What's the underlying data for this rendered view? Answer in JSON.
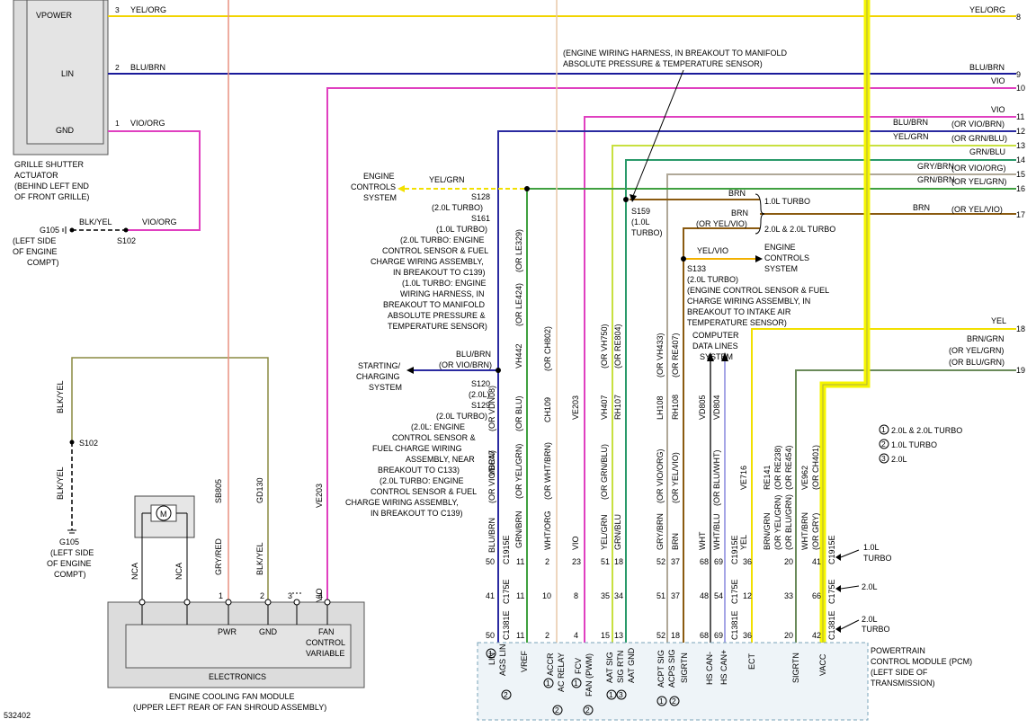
{
  "wires": [
    {
      "id": "8",
      "color_code": "YEL/ORG",
      "hex": "#f2d400"
    },
    {
      "id": "9",
      "color_code": "BLU/BRN",
      "hex": "#1a1a9a"
    },
    {
      "id": "10",
      "color_code": "VIO",
      "hex": "#e040c0"
    },
    {
      "id": "11",
      "color_code": "VIO",
      "hex": "#e040c0"
    },
    {
      "id": "12",
      "color_code": "BLU/BRN",
      "alt": "(OR VIO/BRN)",
      "hex": "#2a2aa0"
    },
    {
      "id": "13",
      "color_code": "YEL/GRN",
      "alt": "(OR GRN/BLU)",
      "hex": "#c8e040"
    },
    {
      "id": "14",
      "color_code": "GRN/BLU",
      "hex": "#2a9a6a"
    },
    {
      "id": "15",
      "color_code": "GRY/BRN",
      "alt": "(OR VIO/ORG)",
      "hex": "#b0a898"
    },
    {
      "id": "16",
      "color_code": "GRN/BRN",
      "alt": "(OR YEL/GRN)",
      "hex": "#40a040"
    },
    {
      "id": "17",
      "color_code": "BRN",
      "alt": "(OR YEL/VIO)",
      "hex": "#8a5a10"
    },
    {
      "id": "18",
      "color_code": "YEL",
      "hex": "#f2e000"
    },
    {
      "id": "19",
      "color_code": "BRN/GRN",
      "alt": "(OR YEL/GRN)",
      "alt2": "(OR BLU/GRN)",
      "hex": "#6a8a5a"
    }
  ],
  "grille_actuator": {
    "pins": [
      {
        "num": "3",
        "name": "VPOWER",
        "wire": "YEL/ORG"
      },
      {
        "num": "2",
        "name": "LIN",
        "wire": "BLU/BRN"
      },
      {
        "num": "1",
        "name": "GND",
        "wire": "VIO/ORG"
      }
    ],
    "label": [
      "GRILLE SHUTTER",
      "ACTUATOR",
      "(BEHIND LEFT END",
      "OF FRONT GRILLE)"
    ]
  },
  "ground_top": {
    "ground_id": "G105",
    "wire": "BLK/YEL",
    "splice": "S102",
    "splice_wire": "VIO/ORG",
    "desc": [
      "(LEFT SIDE",
      "OF ENGINE",
      "COMPT)"
    ]
  },
  "ground_bottom": {
    "wire_upper": "BLK/YEL",
    "splice": "S102",
    "wire_lower": "BLK/YEL",
    "ground_id": "G105",
    "desc": [
      "(LEFT SIDE",
      "OF ENGINE",
      "COMPT)"
    ]
  },
  "fan_module": {
    "motor_symbol": "M",
    "nca": [
      "NCA",
      "NCA"
    ],
    "pins": [
      {
        "num": "1",
        "wire": "GRY/RED",
        "circuit": "SB805"
      },
      {
        "num": "2",
        "wire": "BLK/YEL",
        "circuit": "GD130"
      },
      {
        "num": "3",
        "wire": ""
      },
      {
        "num": "4",
        "wire": "VIO",
        "circuit": "VE203"
      }
    ],
    "inner_labels": [
      "PWR",
      "GND",
      "FAN",
      "CONTROL",
      "VARIABLE"
    ],
    "electronics": "ELECTRONICS",
    "title": "ENGINE COOLING FAN MODULE",
    "subtitle": "(UPPER LEFT REAR OF FAN SHROUD ASSEMBLY)"
  },
  "left_notes": {
    "engine_controls": [
      "ENGINE",
      "CONTROLS",
      "SYSTEM"
    ],
    "yel_grn": "YEL/GRN",
    "splice_block_1": [
      "S128",
      "(2.0L TURBO)",
      "S161",
      "(1.0L TURBO)",
      "(2.0L TURBO: ENGINE",
      "CONTROL SENSOR & FUEL",
      "CHARGE WIRING ASSEMBLY,",
      "IN BREAKOUT TO C139)",
      "(1.0L TURBO: ENGINE",
      "WIRING HARNESS, IN",
      "BREAKOUT TO MANIFOLD",
      "ABSOLUTE PRESSURE &",
      "TEMPERATURE SENSOR)"
    ],
    "starting_charging": [
      "STARTING/",
      "CHARGING",
      "SYSTEM"
    ],
    "blu_brn": "BLU/BRN",
    "or_vio_brn": "(OR VIO/BRN)",
    "splice_block_2": [
      "S120",
      "(2.0L)",
      "S129",
      "(2.0L TURBO)",
      "(2.0L: ENGINE",
      "CONTROL SENSOR &",
      "FUEL CHARGE WIRING",
      "ASSEMBLY, NEAR",
      "BREAKOUT TO C133)",
      "(2.0L TURBO: ENGINE",
      "CONTROL SENSOR & FUEL",
      "CHARGE WIRING ASSEMBLY,",
      "IN BREAKOUT TO C139)"
    ]
  },
  "top_note": [
    "(ENGINE WIRING HARNESS, IN BREAKOUT TO MANIFOLD",
    "ABSOLUTE PRESSURE & TEMPERATURE SENSOR)"
  ],
  "s159": [
    "S159",
    "(1.0L",
    "TURBO)"
  ],
  "brn_labels": {
    "b1": "BRN",
    "b2": "BRN",
    "b3": "(OR YEL/VIO)",
    "t1": "1.0L TURBO",
    "t2": "2.0L & 2.0L TURBO",
    "b4": "(OR YEL/VIO)"
  },
  "s133": {
    "wire": "YEL/VIO",
    "dest": [
      "ENGINE",
      "CONTROLS",
      "SYSTEM"
    ],
    "note": [
      "S133",
      "(2.0L TURBO)",
      "(ENGINE CONTROL SENSOR & FUEL",
      "CHARGE WIRING ASSEMBLY, IN",
      "BREAKOUT TO INTAKE AIR",
      "TEMPERATURE SENSOR)"
    ]
  },
  "computer_data": [
    "COMPUTER",
    "DATA LINES",
    "SYSTEM"
  ],
  "vertical_circuits": [
    {
      "circuit": "VDC47",
      "alt": "(OR VDN08)"
    },
    {
      "circuit": "VH442",
      "alt": "(OR LE424)",
      "alt2": "(OR LE329)"
    },
    {
      "circuit": "CH109",
      "alt": "(OR CH802)"
    },
    {
      "circuit": "VE203"
    },
    {
      "circuit": "VH407",
      "alt": "(OR VH750)"
    },
    {
      "circuit": "RH107",
      "alt": "(OR RE804)"
    },
    {
      "circuit": "LH108",
      "alt": "(OR VH433)"
    },
    {
      "circuit": "RH108",
      "alt": "(OR RE407)"
    },
    {
      "circuit": "VD805"
    },
    {
      "circuit": "VD804"
    },
    {
      "circuit": "VE716"
    },
    {
      "circuit": "RE141",
      "alt": "(OR RE238)",
      "alt2": "(OR RE454)"
    },
    {
      "circuit": "VE962",
      "alt": "(OR CH401)"
    }
  ],
  "pcm_columns": [
    {
      "wire": "BLU/BRN",
      "alt": "(OR VIO/BRN)",
      "pins": [
        "50",
        "41",
        "50"
      ],
      "conns": [
        "C1915E",
        "C175E",
        "C1381E"
      ],
      "func": "LIN",
      "func2": "AGS LIN",
      "mark": "1",
      "mark2": "2"
    },
    {
      "wire": "GRN/BRN",
      "alt": "(OR YEL/GRN)",
      "alt2": "(OR BLU)",
      "pins": [
        "11",
        "11",
        "11"
      ],
      "func": "VREF"
    },
    {
      "wire": "WHT/ORG",
      "alt": "(OR WHT/BRN)",
      "pins": [
        "2",
        "10",
        "2"
      ],
      "func": "ACCR",
      "func2": "AC RELAY",
      "mark": "1",
      "mark2": "2"
    },
    {
      "wire": "VIO",
      "pins": [
        "23",
        "8",
        "4"
      ],
      "func": "FCV",
      "func2": "FAN (PWM)",
      "mark": "1",
      "mark2": "2"
    },
    {
      "wire": "YEL/GRN",
      "alt": "(OR GRN/BLU)",
      "pins": [
        "51",
        "35",
        "15"
      ],
      "func": "AAT SIG",
      "func2": "SIG RTN",
      "mark": "1",
      "mark2": "3"
    },
    {
      "wire": "GRN/BLU",
      "pins": [
        "18",
        "34",
        "13"
      ],
      "func": "AAT GND"
    },
    {
      "wire": "GRY/BRN",
      "alt": "(OR VIO/ORG)",
      "pins": [
        "52",
        "51",
        "52"
      ],
      "func": "ACPT SIG",
      "func2": "ACPS SIG",
      "mark": "1",
      "mark2": "2"
    },
    {
      "wire": "BRN",
      "alt": "(OR YEL/VIO)",
      "pins": [
        "37",
        "37",
        "18"
      ],
      "func": "SIGRTN"
    },
    {
      "wire": "WHT",
      "pins": [
        "68",
        "48",
        "68"
      ],
      "func": "HS CAN-"
    },
    {
      "wire": "WHT/BLU",
      "alt": "(OR BLU/WHT)",
      "pins": [
        "69",
        "54",
        "69"
      ],
      "func": "HS CAN+",
      "conns": [
        "C1915E",
        "C175E",
        "C1381E"
      ]
    },
    {
      "wire": "YEL",
      "pins": [
        "36",
        "12",
        "36"
      ],
      "func": "ECT"
    },
    {
      "wire": "BRN/GRN",
      "alt": "(OR YEL/GRN)",
      "alt2": "(OR BLU/GRN)",
      "pins": [
        "20",
        "33",
        "20"
      ],
      "func": "SIGRTN"
    },
    {
      "wire": "WHT/BRN",
      "alt": "(OR GRY)",
      "pins": [
        "41",
        "66",
        "42"
      ],
      "func": "VACC",
      "conns": [
        "C1915E",
        "C175E",
        "C1381E"
      ]
    }
  ],
  "pcm_connectors": [
    {
      "conn": "C1915E",
      "engine": "1.0L",
      "engine2": "TURBO"
    },
    {
      "conn": "C175E",
      "engine": "2.0L"
    },
    {
      "conn": "C1381E",
      "engine": "2.0L",
      "engine2": "TURBO"
    }
  ],
  "pcm_label": [
    "POWERTRAIN",
    "CONTROL MODULE (PCM)",
    "(LEFT SIDE OF",
    "TRANSMISSION)"
  ],
  "legend": [
    {
      "mark": "1",
      "text": "2.0L & 2.0L TURBO"
    },
    {
      "mark": "2",
      "text": "1.0L TURBO"
    },
    {
      "mark": "3",
      "text": "2.0L"
    }
  ],
  "figure_id": "532402"
}
